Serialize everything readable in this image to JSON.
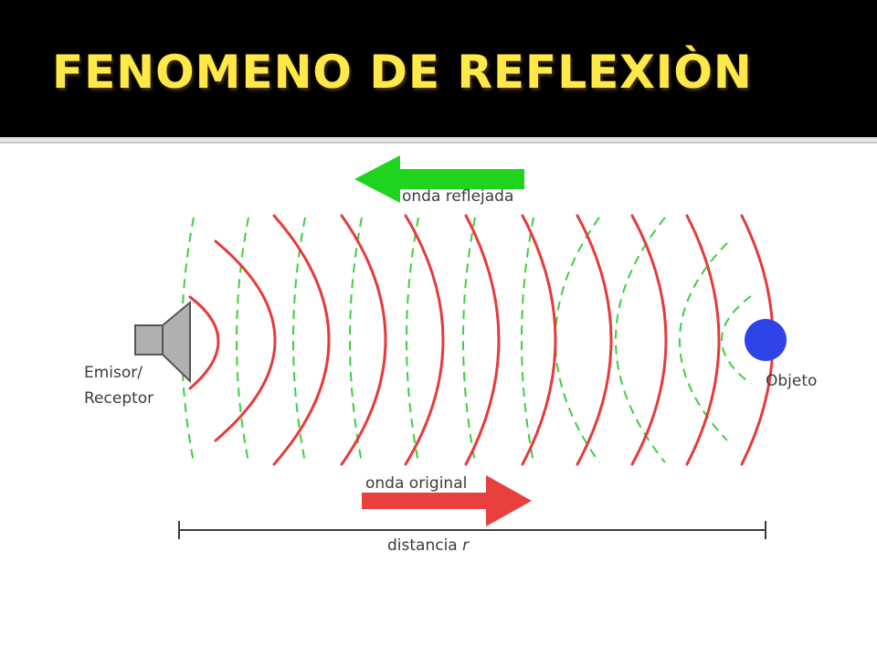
{
  "title": "FENOMENO DE REFLEXIÒN",
  "labels": {
    "emitter_line1": "Emisor/",
    "emitter_line2": "Receptor",
    "object": "Objeto",
    "reflected_wave": "onda reflejada",
    "original_wave": "onda original",
    "distance_prefix": "distancia ",
    "distance_var": "r"
  },
  "colors": {
    "original_wave": "#e53b3b",
    "reflected_wave": "#3ecf3e",
    "object": "#2f44e8",
    "speaker": "#b0b0b0",
    "arrow_left": "#1fd41f",
    "arrow_right": "#e8403c",
    "header_bg": "#000000",
    "title": "#ffe94a"
  },
  "icons": {
    "emitter": "speaker-icon",
    "object": "circle-icon"
  }
}
